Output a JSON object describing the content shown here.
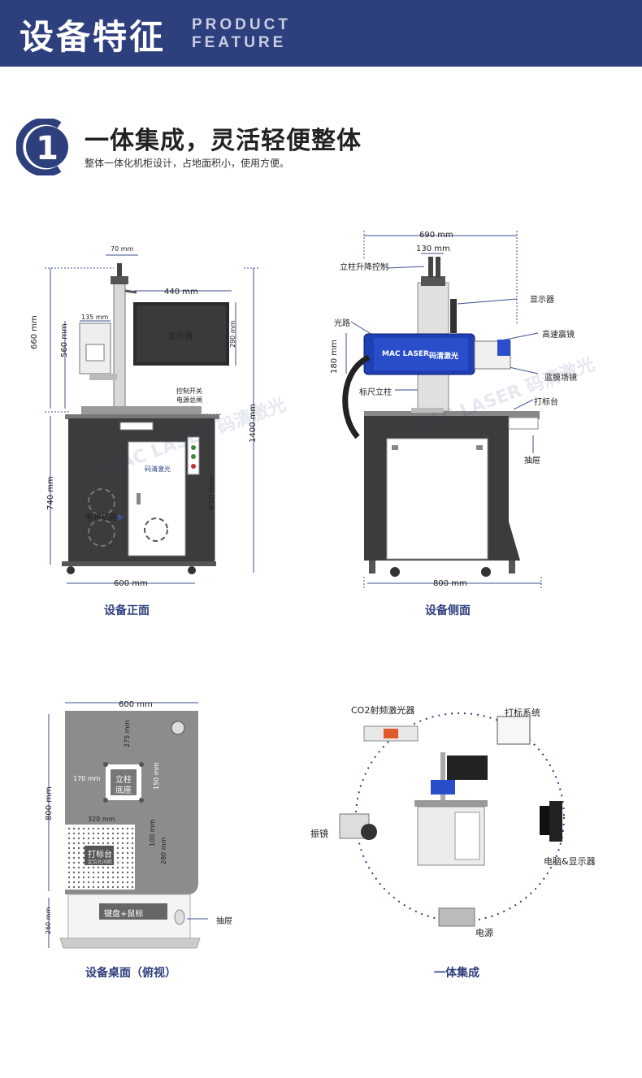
{
  "header": {
    "title_cn": "设备特征",
    "title_en_1": "PRODUCT",
    "title_en_2": "FEATURE"
  },
  "section": {
    "number": "1",
    "title": "一体集成，灵活轻便整体",
    "subtitle": "整体一体化机柜设计，占地面积小，使用方便。"
  },
  "front": {
    "caption": "设备正面",
    "dims": {
      "top": "70 mm",
      "monitor_w": "440 mm",
      "arm": "135 mm",
      "h660": "660 mm",
      "h560": "560 mm",
      "h290": "290 mm",
      "h1400": "1400 mm",
      "h740": "740 mm",
      "h670": "670 mm",
      "w600": "600 mm"
    },
    "labels": {
      "monitor": "显示器",
      "control_1": "控制开关",
      "control_2": "电源总闸",
      "power_box": "电源机箱",
      "brand": "码清激光"
    }
  },
  "side": {
    "caption": "设备侧面",
    "dims": {
      "w690": "690 mm",
      "w130": "130 mm",
      "h180": "180 mm",
      "w800": "800 mm"
    },
    "labels": {
      "lift": "立柱升降控制",
      "monitor": "显示器",
      "optical": "光路",
      "galvo": "高速震镜",
      "lens": "蓝膜场镜",
      "column": "标尺立柱",
      "table": "打标台",
      "drawer": "抽屉",
      "brand_en": "MAC LASER",
      "brand_cn": "码清激光"
    }
  },
  "top": {
    "caption": "设备桌面（俯视）",
    "dims": {
      "w600": "600 mm",
      "h275": "275 mm",
      "w170": "170 mm",
      "h150": "150 mm",
      "h800": "800 mm",
      "w320": "320 mm",
      "h100": "100 mm",
      "h280": "280 mm",
      "h260": "260 mm"
    },
    "labels": {
      "base_1": "立柱",
      "base_2": "底座",
      "table": "打标台",
      "table_sub": "定位孔间距 M6",
      "keyboard": "键盘+鼠标",
      "drawer": "抽屉"
    }
  },
  "integrated": {
    "caption": "一体集成",
    "labels": {
      "co2": "CO2射频激光器",
      "system": "打标系统",
      "galvo": "振镜",
      "pc": "电脑&显示器",
      "power": "电源"
    }
  },
  "watermark": "MAC LASER 码清激光",
  "colors": {
    "brand_navy": "#2e3f7e",
    "dim_blue": "#3d4f8f",
    "machine_dark": "#3c3c3c"
  }
}
